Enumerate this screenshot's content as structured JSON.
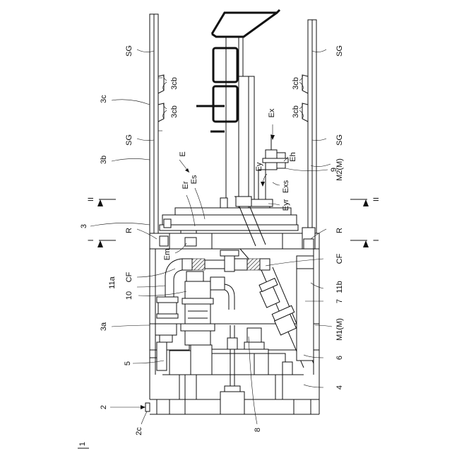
{
  "figure_number": "1",
  "labels": {
    "SG": "SG",
    "cb3": "3cb",
    "c3": "3c",
    "b3": "3b",
    "E": "E",
    "Ex": "Ex",
    "Eh": "Eh",
    "Ey": "Ey",
    "Exs": "Exs",
    "Eyr": "Eyr",
    "Er": "Er",
    "Es": "Es",
    "Em": "Em",
    "II": "II",
    "I": "I",
    "n3": "3",
    "R": "R",
    "CF": "CF",
    "a11": "11a",
    "b11": "11b",
    "n10": "10",
    "n9": "9",
    "M2": "M2(M)",
    "M1": "M1(M)",
    "a3": "3a",
    "n7": "7",
    "n5": "5",
    "n6": "6",
    "n4": "4",
    "n2": "2",
    "c2": "2c",
    "n8": "8"
  }
}
